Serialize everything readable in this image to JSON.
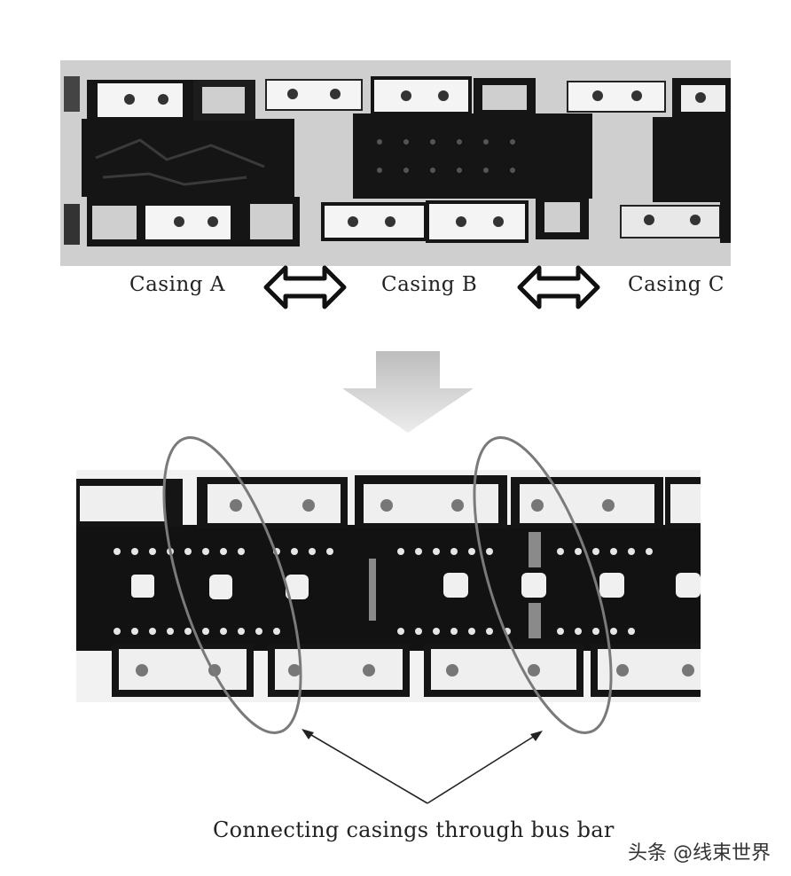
{
  "labels": {
    "casing_a": "Casing A",
    "casing_b": "Casing B",
    "casing_c": "Casing C"
  },
  "caption": "Connecting casings through bus bar",
  "watermark": "头条 @线束世界",
  "colors": {
    "frame": "#111111",
    "busbar": "#f4f4f4",
    "background_photo": "#cfcfcf",
    "arrow_fill": "#d6d6d6",
    "ellipse": "#777777"
  }
}
